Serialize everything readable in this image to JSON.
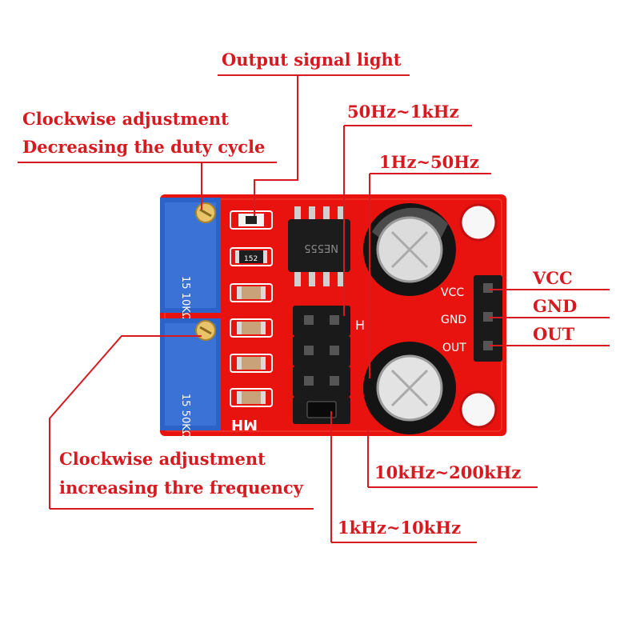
{
  "labels": {
    "output_light": "Output signal light",
    "duty_line1": "Clockwise adjustment",
    "duty_line2": "Decreasing the duty cycle",
    "range_50hz_1khz": "50Hz~1kHz",
    "range_1hz_50hz": "1Hz~50Hz",
    "freq_line1": "Clockwise adjustment",
    "freq_line2": "increasing thre frequency",
    "range_10khz_200khz": "10kHz~200kHz",
    "range_1khz_10khz": "1kHz~10kHz",
    "pin_vcc": "VCC",
    "pin_gnd": "GND",
    "pin_out": "OUT"
  },
  "board_silk": {
    "vcc": "VCC",
    "gnd": "GND",
    "out": "OUT",
    "brand": "MH",
    "h_mark": "H",
    "chip_text": "NE555",
    "resistor_code": "152"
  },
  "colors": {
    "annotation": "#d71920",
    "pcb": "#e8130f",
    "pot": "#2b63c8",
    "header": "#1a1a1a"
  }
}
